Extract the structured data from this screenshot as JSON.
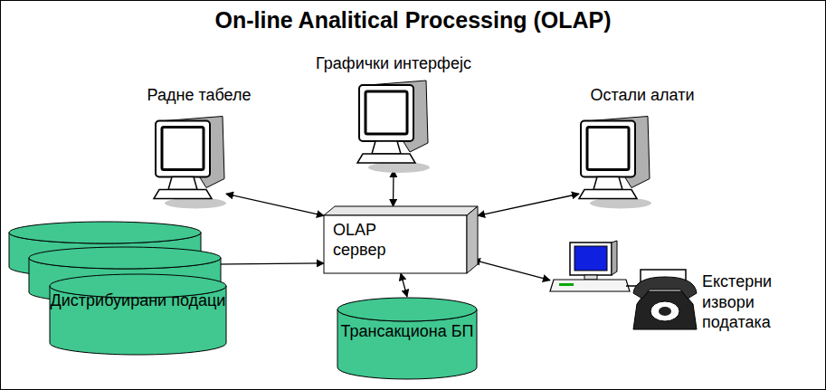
{
  "diagram": {
    "title": "On-line Analitical Processing (OLAP)",
    "nodes": [
      {
        "text": [
          "Графички интерфејс"
        ]
      },
      {
        "text": [
          "Радне табеле"
        ]
      },
      {
        "text": [
          "Остали алати"
        ]
      },
      {
        "text": [
          "OLAP сервер"
        ]
      },
      {
        "text": [
          "Дистрибуирани подаци"
        ]
      },
      {
        "text": [
          "Трансакциона БП"
        ]
      },
      {
        "text": [
          "Екстерни извори података"
        ]
      }
    ],
    "edges": [
      {
        "from": 0,
        "to": 3,
        "arrow": "both"
      },
      {
        "from": 1,
        "to": 3,
        "arrow": "both"
      },
      {
        "from": 2,
        "to": 3,
        "arrow": "both"
      },
      {
        "from": 4,
        "to": 3,
        "arrow": "both"
      },
      {
        "from": 5,
        "to": 3,
        "arrow": "both"
      },
      {
        "from": 6,
        "to": 3,
        "arrow": "both"
      }
    ]
  }
}
